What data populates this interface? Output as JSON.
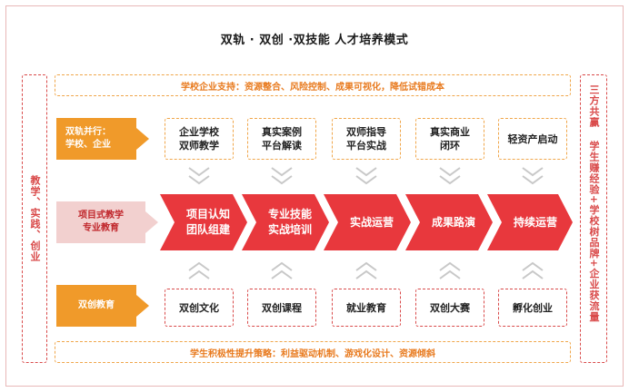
{
  "title": "双轨 · 双创 ·双技能 人才培养模式",
  "top_banner": "学校企业支持：资源整合、风险控制、成果可视化，降低试错成本",
  "bottom_banner": "学生积极性提升策略：利益驱动机制、游戏化设计、资源倾斜",
  "left_side": "教学、实践、创业",
  "right_side": {
    "part1": "三方共赢",
    "part2": "学生赚经验+学校树品牌+企业获流量"
  },
  "rows": {
    "dual_track": {
      "label_line1": "双轨并行：",
      "label_line2": "学校、企业",
      "boxes": [
        {
          "line1": "企业学校",
          "line2": "双师教学"
        },
        {
          "line1": "真实案例",
          "line2": "平台解读"
        },
        {
          "line1": "双师指导",
          "line2": "平台实战"
        },
        {
          "line1": "真实商业",
          "line2": "闭环"
        },
        {
          "line1": "轻资产启动",
          "line2": ""
        }
      ]
    },
    "project": {
      "label_line1": "项目式教学",
      "label_line2": "专业教育",
      "stages": [
        {
          "line1": "项目认知",
          "line2": "团队组建"
        },
        {
          "line1": "专业技能",
          "line2": "实战培训"
        },
        {
          "line1": "实战运营",
          "line2": ""
        },
        {
          "line1": "成果路演",
          "line2": ""
        },
        {
          "line1": "持续运营",
          "line2": ""
        }
      ]
    },
    "innovation": {
      "label": "双创教育",
      "boxes": [
        "双创文化",
        "双创课程",
        "就业教育",
        "双创大赛",
        "孵化创业"
      ]
    }
  },
  "colors": {
    "orange": "#f09a2a",
    "red": "#d94a4a",
    "arrow_red": "#e8383d",
    "pink_label": "#f2d0cf",
    "text_orange": "#e87a1e"
  }
}
